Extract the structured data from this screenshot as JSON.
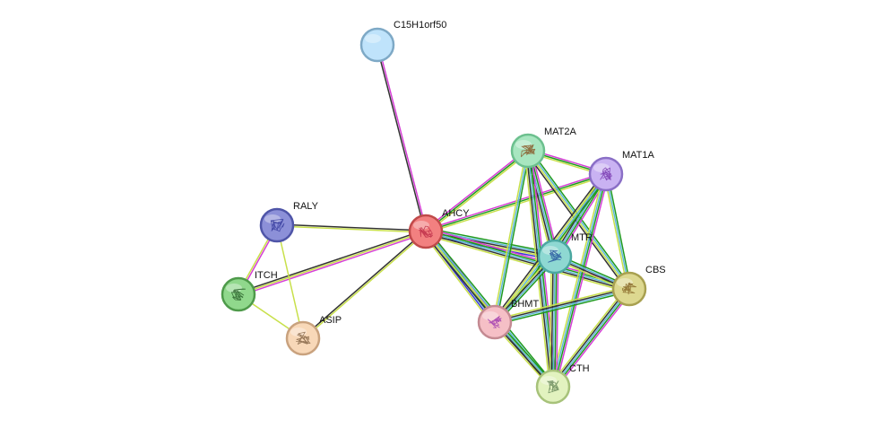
{
  "nodes": [
    {
      "id": "C15H1orf50",
      "label": "C15H1orf50",
      "fill": "#bfe3fb",
      "stroke": "#7ea9c6",
      "structure": false
    },
    {
      "id": "AHCY",
      "label": "AHCY",
      "fill": "#f28080",
      "stroke": "#c04a4a",
      "structure": true,
      "art": "#c0304a"
    },
    {
      "id": "MAT2A",
      "label": "MAT2A",
      "fill": "#a8e6c0",
      "stroke": "#6cc08e",
      "structure": true,
      "art": "#8a5a2a"
    },
    {
      "id": "MAT1A",
      "label": "MAT1A",
      "fill": "#c9b2f2",
      "stroke": "#8a6fc6",
      "structure": true,
      "art": "#7a3ab0"
    },
    {
      "id": "RALY",
      "label": "RALY",
      "fill": "#8c90d8",
      "stroke": "#4f55a8",
      "structure": true,
      "art": "#3a40a0"
    },
    {
      "id": "MTR",
      "label": "MTR",
      "fill": "#8ed8d2",
      "stroke": "#4aa7a0",
      "structure": true,
      "art": "#2a5aa0"
    },
    {
      "id": "ITCH",
      "label": "ITCH",
      "fill": "#90d88c",
      "stroke": "#4e9a4a",
      "structure": true,
      "art": "#2a602a"
    },
    {
      "id": "CBS",
      "label": "CBS",
      "fill": "#ddd890",
      "stroke": "#a8a050",
      "structure": true,
      "art": "#8a6a2a"
    },
    {
      "id": "BHMT",
      "label": "BHMT",
      "fill": "#f5bfc6",
      "stroke": "#c48a92",
      "structure": true,
      "art": "#a03ab0"
    },
    {
      "id": "ASIP",
      "label": "ASIP",
      "fill": "#f8d8b8",
      "stroke": "#c9a27e",
      "structure": true,
      "art": "#8a6a4a"
    },
    {
      "id": "CTH",
      "label": "CTH",
      "fill": "#e2f2bf",
      "stroke": "#a7c27a",
      "structure": true,
      "art": "#6a8a5a"
    }
  ],
  "edges": [
    {
      "a": "C15H1orf50",
      "b": "AHCY",
      "colors": [
        "#d63fd6",
        "#333333"
      ]
    },
    {
      "a": "AHCY",
      "b": "RALY",
      "colors": [
        "#c8e04a",
        "#333333"
      ]
    },
    {
      "a": "AHCY",
      "b": "ITCH",
      "colors": [
        "#d63fd6",
        "#c8e04a",
        "#333333"
      ]
    },
    {
      "a": "AHCY",
      "b": "ASIP",
      "colors": [
        "#c8e04a",
        "#333333"
      ]
    },
    {
      "a": "RALY",
      "b": "ITCH",
      "colors": [
        "#d63fd6",
        "#c8e04a"
      ]
    },
    {
      "a": "RALY",
      "b": "ASIP",
      "colors": [
        "#c8e04a"
      ]
    },
    {
      "a": "ITCH",
      "b": "ASIP",
      "colors": [
        "#c8e04a"
      ]
    },
    {
      "a": "AHCY",
      "b": "MAT2A",
      "colors": [
        "#d63fd6",
        "#1f9a1f",
        "#c8e04a"
      ]
    },
    {
      "a": "AHCY",
      "b": "MAT1A",
      "colors": [
        "#d63fd6",
        "#1f9a1f",
        "#c8e04a"
      ]
    },
    {
      "a": "AHCY",
      "b": "MTR",
      "colors": [
        "#1f9a1f",
        "#5fb8d8",
        "#333333",
        "#c8e04a",
        "#3a3ad6"
      ]
    },
    {
      "a": "AHCY",
      "b": "CBS",
      "colors": [
        "#d63fd6",
        "#1f9a1f",
        "#5fb8d8",
        "#333333",
        "#c8e04a"
      ]
    },
    {
      "a": "AHCY",
      "b": "BHMT",
      "colors": [
        "#d63fd6",
        "#1f9a1f",
        "#5fb8d8",
        "#3a3ad6",
        "#c8e04a"
      ]
    },
    {
      "a": "AHCY",
      "b": "CTH",
      "colors": [
        "#1f9a1f",
        "#5fb8d8",
        "#c8e04a",
        "#333333"
      ]
    },
    {
      "a": "MAT2A",
      "b": "MAT1A",
      "colors": [
        "#d63fd6",
        "#1f9a1f",
        "#c8e04a"
      ]
    },
    {
      "a": "MAT2A",
      "b": "MTR",
      "colors": [
        "#d63fd6",
        "#1f9a1f",
        "#5fb8d8",
        "#333333",
        "#c8e04a"
      ]
    },
    {
      "a": "MAT2A",
      "b": "CBS",
      "colors": [
        "#1f9a1f",
        "#5fb8d8",
        "#c8e04a",
        "#333333"
      ]
    },
    {
      "a": "MAT2A",
      "b": "BHMT",
      "colors": [
        "#1f9a1f",
        "#5fb8d8",
        "#c8e04a"
      ]
    },
    {
      "a": "MAT2A",
      "b": "CTH",
      "colors": [
        "#d63fd6",
        "#1f9a1f",
        "#5fb8d8",
        "#333333",
        "#c8e04a"
      ]
    },
    {
      "a": "MAT1A",
      "b": "MTR",
      "colors": [
        "#d63fd6",
        "#1f9a1f",
        "#5fb8d8",
        "#333333",
        "#c8e04a"
      ]
    },
    {
      "a": "MAT1A",
      "b": "CBS",
      "colors": [
        "#1f9a1f",
        "#5fb8d8",
        "#c8e04a"
      ]
    },
    {
      "a": "MAT1A",
      "b": "BHMT",
      "colors": [
        "#1f9a1f",
        "#5fb8d8",
        "#c8e04a",
        "#333333"
      ]
    },
    {
      "a": "MAT1A",
      "b": "CTH",
      "colors": [
        "#d63fd6",
        "#1f9a1f",
        "#5fb8d8",
        "#c8e04a"
      ]
    },
    {
      "a": "MTR",
      "b": "CBS",
      "colors": [
        "#1f9a1f",
        "#5fb8d8",
        "#333333",
        "#c8e04a"
      ]
    },
    {
      "a": "MTR",
      "b": "BHMT",
      "colors": [
        "#1f9a1f",
        "#5fb8d8",
        "#333333",
        "#c8e04a"
      ]
    },
    {
      "a": "MTR",
      "b": "CTH",
      "colors": [
        "#d63fd6",
        "#1f9a1f",
        "#5fb8d8",
        "#333333",
        "#c8e04a"
      ]
    },
    {
      "a": "CBS",
      "b": "BHMT",
      "colors": [
        "#1f9a1f",
        "#5fb8d8",
        "#333333",
        "#c8e04a"
      ]
    },
    {
      "a": "CBS",
      "b": "CTH",
      "colors": [
        "#d63fd6",
        "#1f9a1f",
        "#5fb8d8",
        "#333333",
        "#c8e04a"
      ]
    },
    {
      "a": "BHMT",
      "b": "CTH",
      "colors": [
        "#1f9a1f",
        "#5fb8d8",
        "#333333",
        "#c8e04a"
      ]
    }
  ]
}
